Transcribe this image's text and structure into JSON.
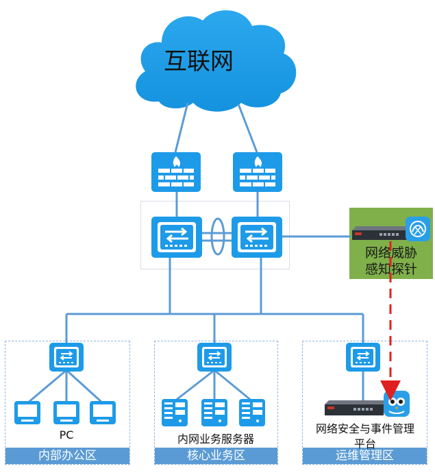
{
  "internet": {
    "label": "互联网"
  },
  "probe": {
    "line1": "网络威胁",
    "line2": "感知探针"
  },
  "zones": {
    "office": {
      "label": "内部办公区",
      "device_label": "PC"
    },
    "core": {
      "label": "核心业务区",
      "device_label": "内网业务服务器"
    },
    "ops": {
      "label": "运维管理区",
      "device_label_line1": "网络安全与事件管理",
      "device_label_line2": "平台"
    }
  },
  "icons": {
    "firewall": "firewall-icon",
    "core_switch": "core-switch-icon",
    "access_switch": "access-switch-icon",
    "pc": "monitor-icon",
    "server": "server-icon",
    "appliance": "appliance-icon",
    "owl": "owl-badge-icon"
  },
  "colors": {
    "device_blue": "#1e9be8",
    "line_blue": "#5b9bd5",
    "zone_label_bg": "#5b9bd5",
    "probe_green": "#7fb04a",
    "alert_red": "#e02020"
  }
}
